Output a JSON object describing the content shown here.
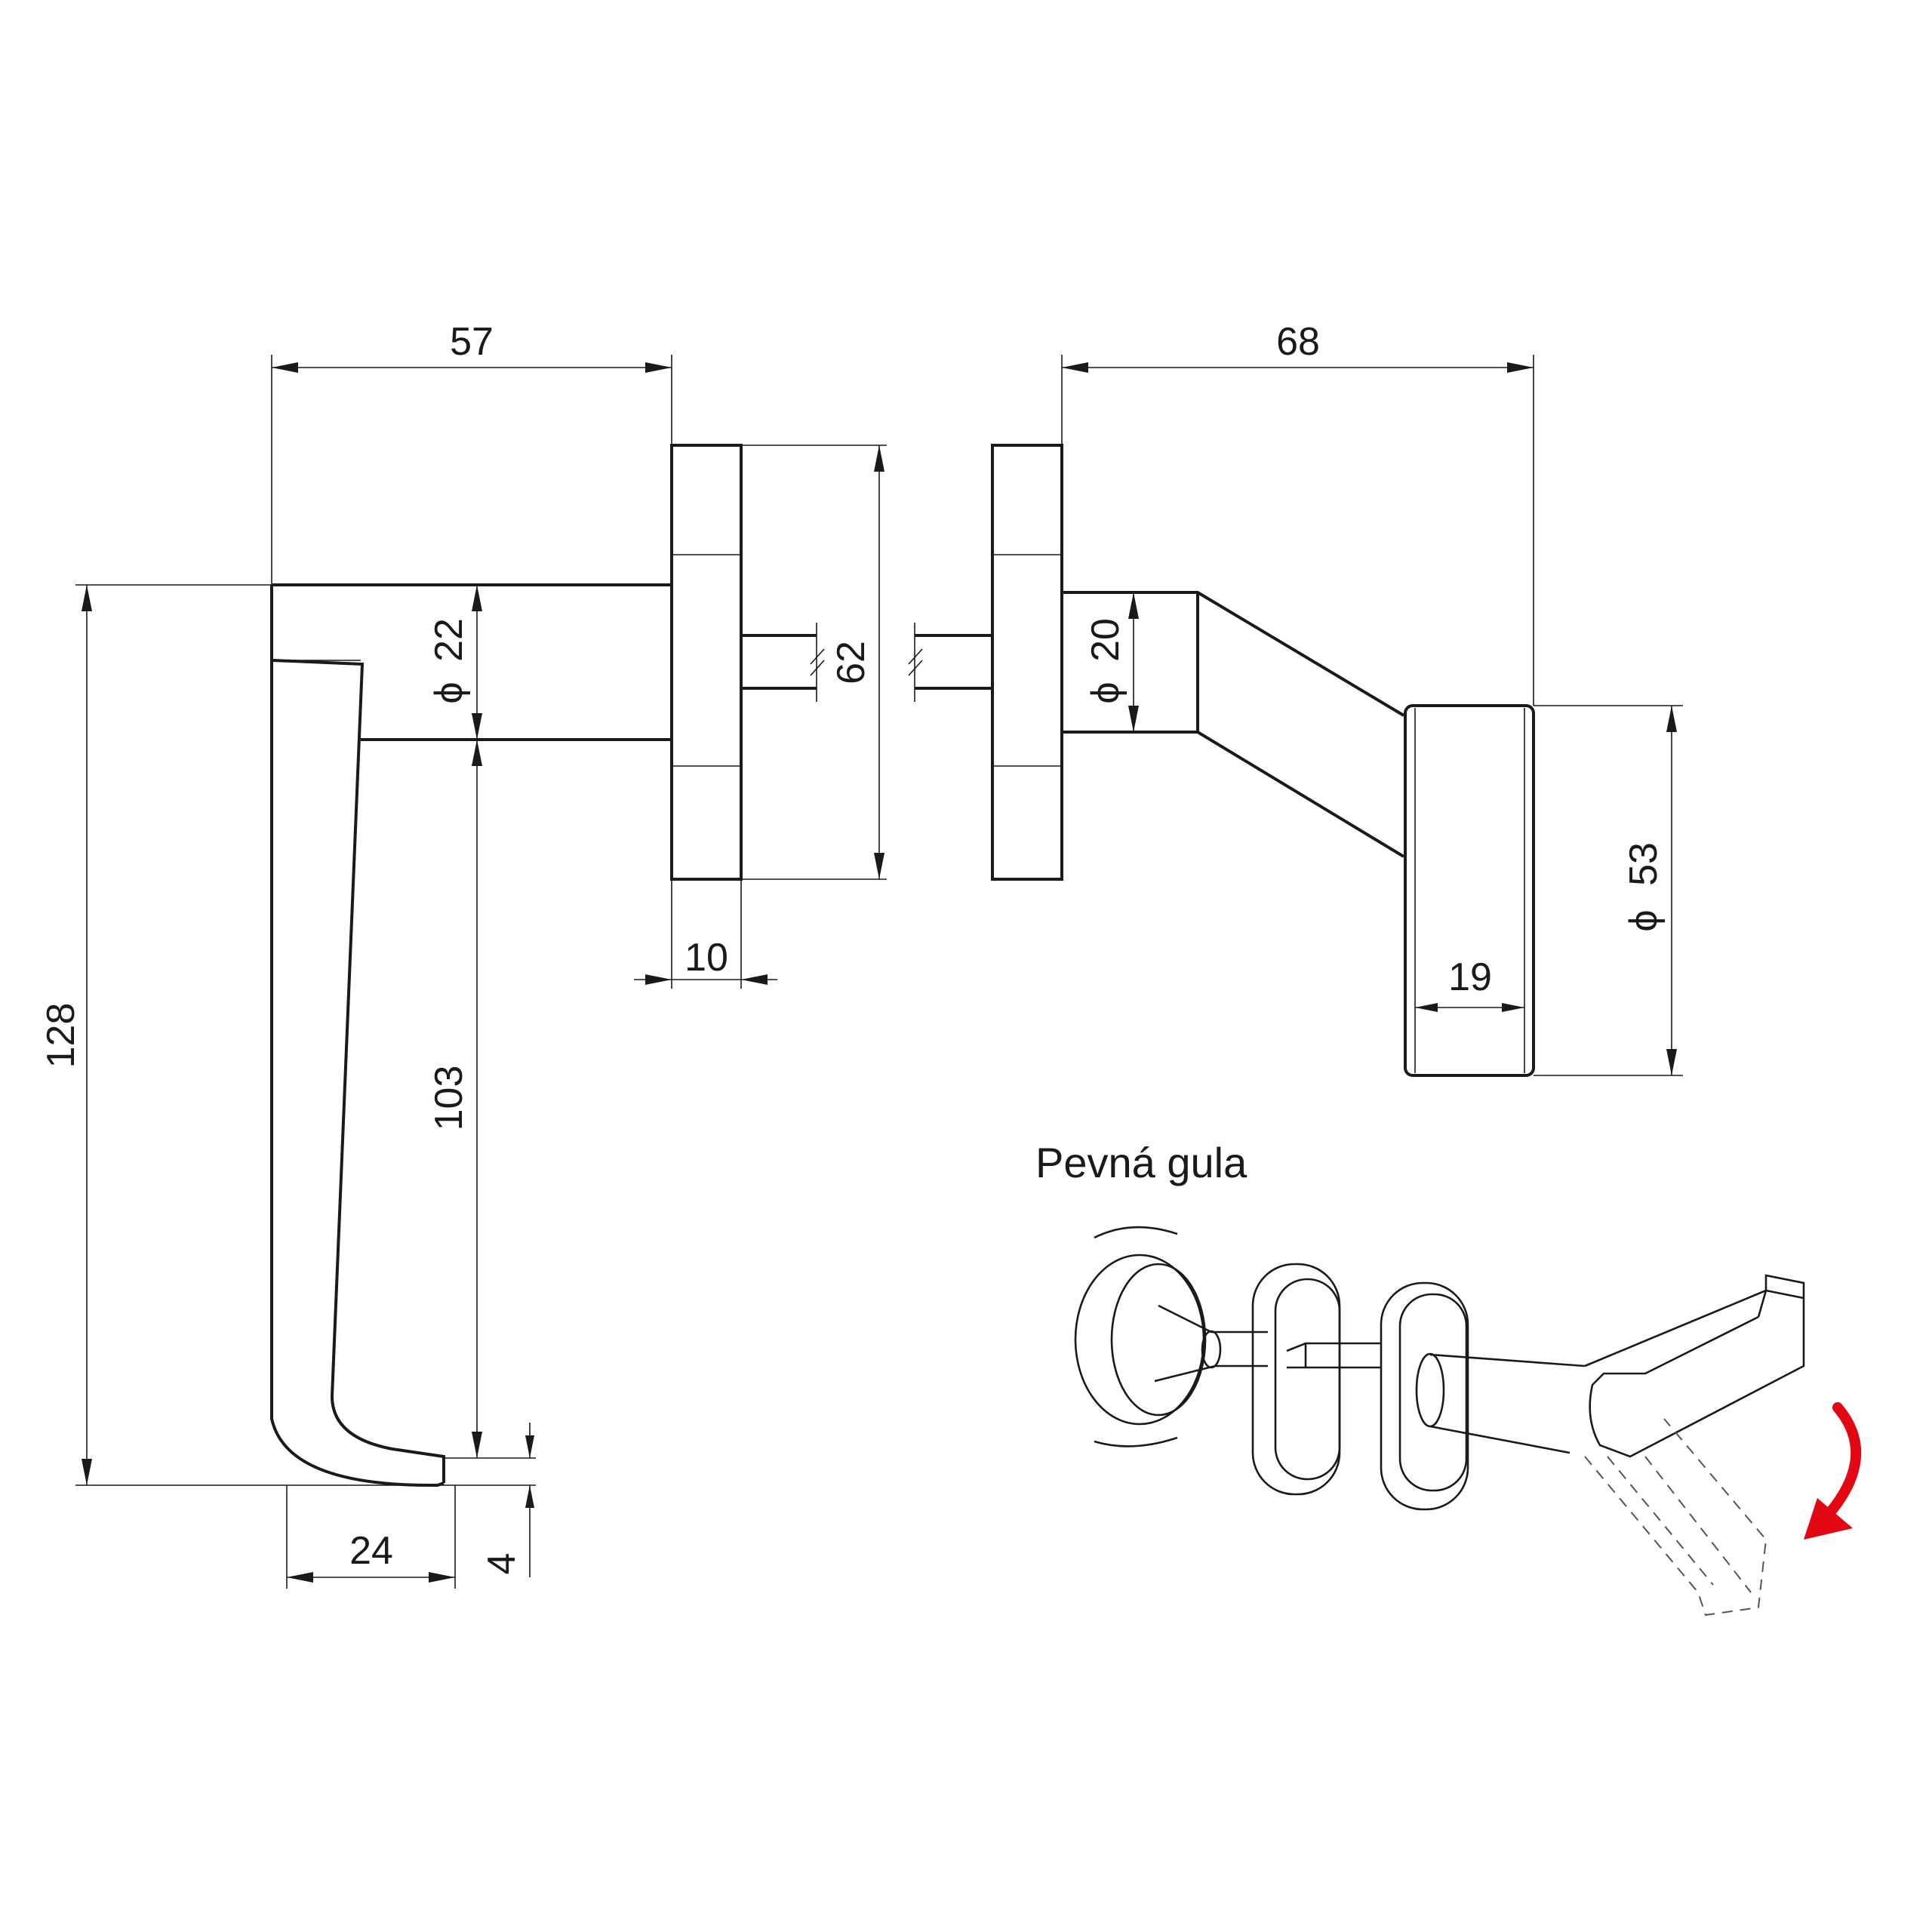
{
  "caption": "Pevná gula",
  "dimensions": {
    "d57": "57",
    "d68": "68",
    "d62": "62",
    "d22": "22",
    "d20": "20",
    "d10": "10",
    "d19": "19",
    "d53": "53",
    "d128": "128",
    "d103": "103",
    "d24": "24",
    "d4": "4"
  },
  "diameter_symbol": "ϕ",
  "colors": {
    "line": "#1a1a1a",
    "rotation_arrow": "#e30613"
  }
}
